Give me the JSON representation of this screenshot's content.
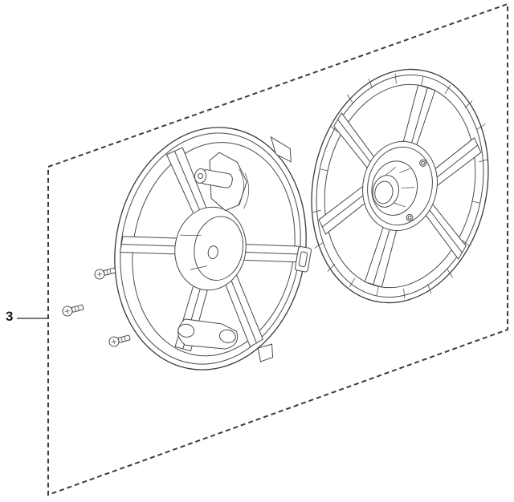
{
  "diagram": {
    "type": "exploded-parts-view",
    "callouts": [
      {
        "number": "3",
        "label": "3",
        "target": "fan-assembly-kit"
      }
    ],
    "parts": [
      {
        "name": "fan-housing-shroud",
        "description": "circular shroud with spokes and motor mount"
      },
      {
        "name": "fan-impeller-wheel",
        "description": "six-spoke wheel with central hub"
      },
      {
        "name": "screw",
        "count": 3
      }
    ],
    "colors": {
      "line": "#4a4a4a",
      "dashed-boundary": "#3c3c3c",
      "background": "#ffffff",
      "label": "#1a1a1a"
    }
  }
}
